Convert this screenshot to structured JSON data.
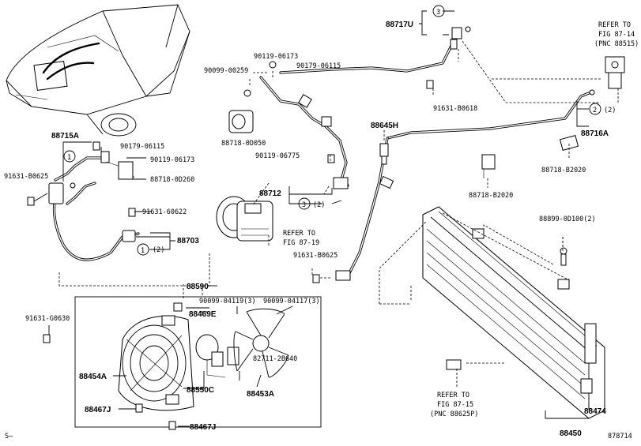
{
  "diagram": {
    "parts": {
      "p88717U": "88717U",
      "p88715A": "88715A",
      "p90179_06115a": "90179-06115",
      "p90119_06173a": "90119-06173",
      "p88718_0D260": "88718-0D260",
      "p91631_B0625a": "91631-B0625",
      "p91631_60622": "91631-60622",
      "p88703": "88703",
      "p90119_06173b": "90119-06173",
      "p90179_06115b": "90179-06115",
      "p90099_00259": "90099-00259",
      "p88718_0D050": "88718-0D050",
      "p90119_06775": "90119-06775",
      "p88712": "88712",
      "p91631_B0618": "91631-B0618",
      "p88645H": "88645H",
      "p88716A": "88716A",
      "p88718_B2020a": "88718-B2020",
      "p88718_B2020b": "88718-B2020",
      "p88899_0D100": "88899-0D100(2)",
      "p91631_B0625b": "91631-B0625",
      "p88590": "88590",
      "p90099_04119": "90099-04119(3)",
      "p90099_04117": "90099-04117(3)",
      "p91631_G0630": "91631-G0630",
      "p88469E": "88469E",
      "p82711_2B640": "82711-2B640",
      "p88454A": "88454A",
      "p88550C": "88550C",
      "p88453A": "88453A",
      "p88467J_a": "88467J",
      "p88467J_b": "88467J",
      "p88474": "88474",
      "p88450": "88450"
    },
    "qty": {
      "one_a": "(2)",
      "two": "(2)",
      "three": "(2)"
    },
    "callouts": {
      "c3_top": "3",
      "c2": "2",
      "c3_mid": "3",
      "c1": "1"
    },
    "refs": {
      "ref_87_14_l1": "REFER TO",
      "ref_87_14_l2": "FIG 87-14",
      "ref_87_14_l3": "(PNC 88515)",
      "ref_87_19_l1": "REFER TO",
      "ref_87_19_l2": "FIG 87-19",
      "ref_87_15_l1": "REFER TO",
      "ref_87_15_l2": "FIG 87-15",
      "ref_87_15_l3": "(PNC 88625P)"
    },
    "footer": {
      "left_mark": "S—",
      "figure_no": "878714"
    }
  }
}
